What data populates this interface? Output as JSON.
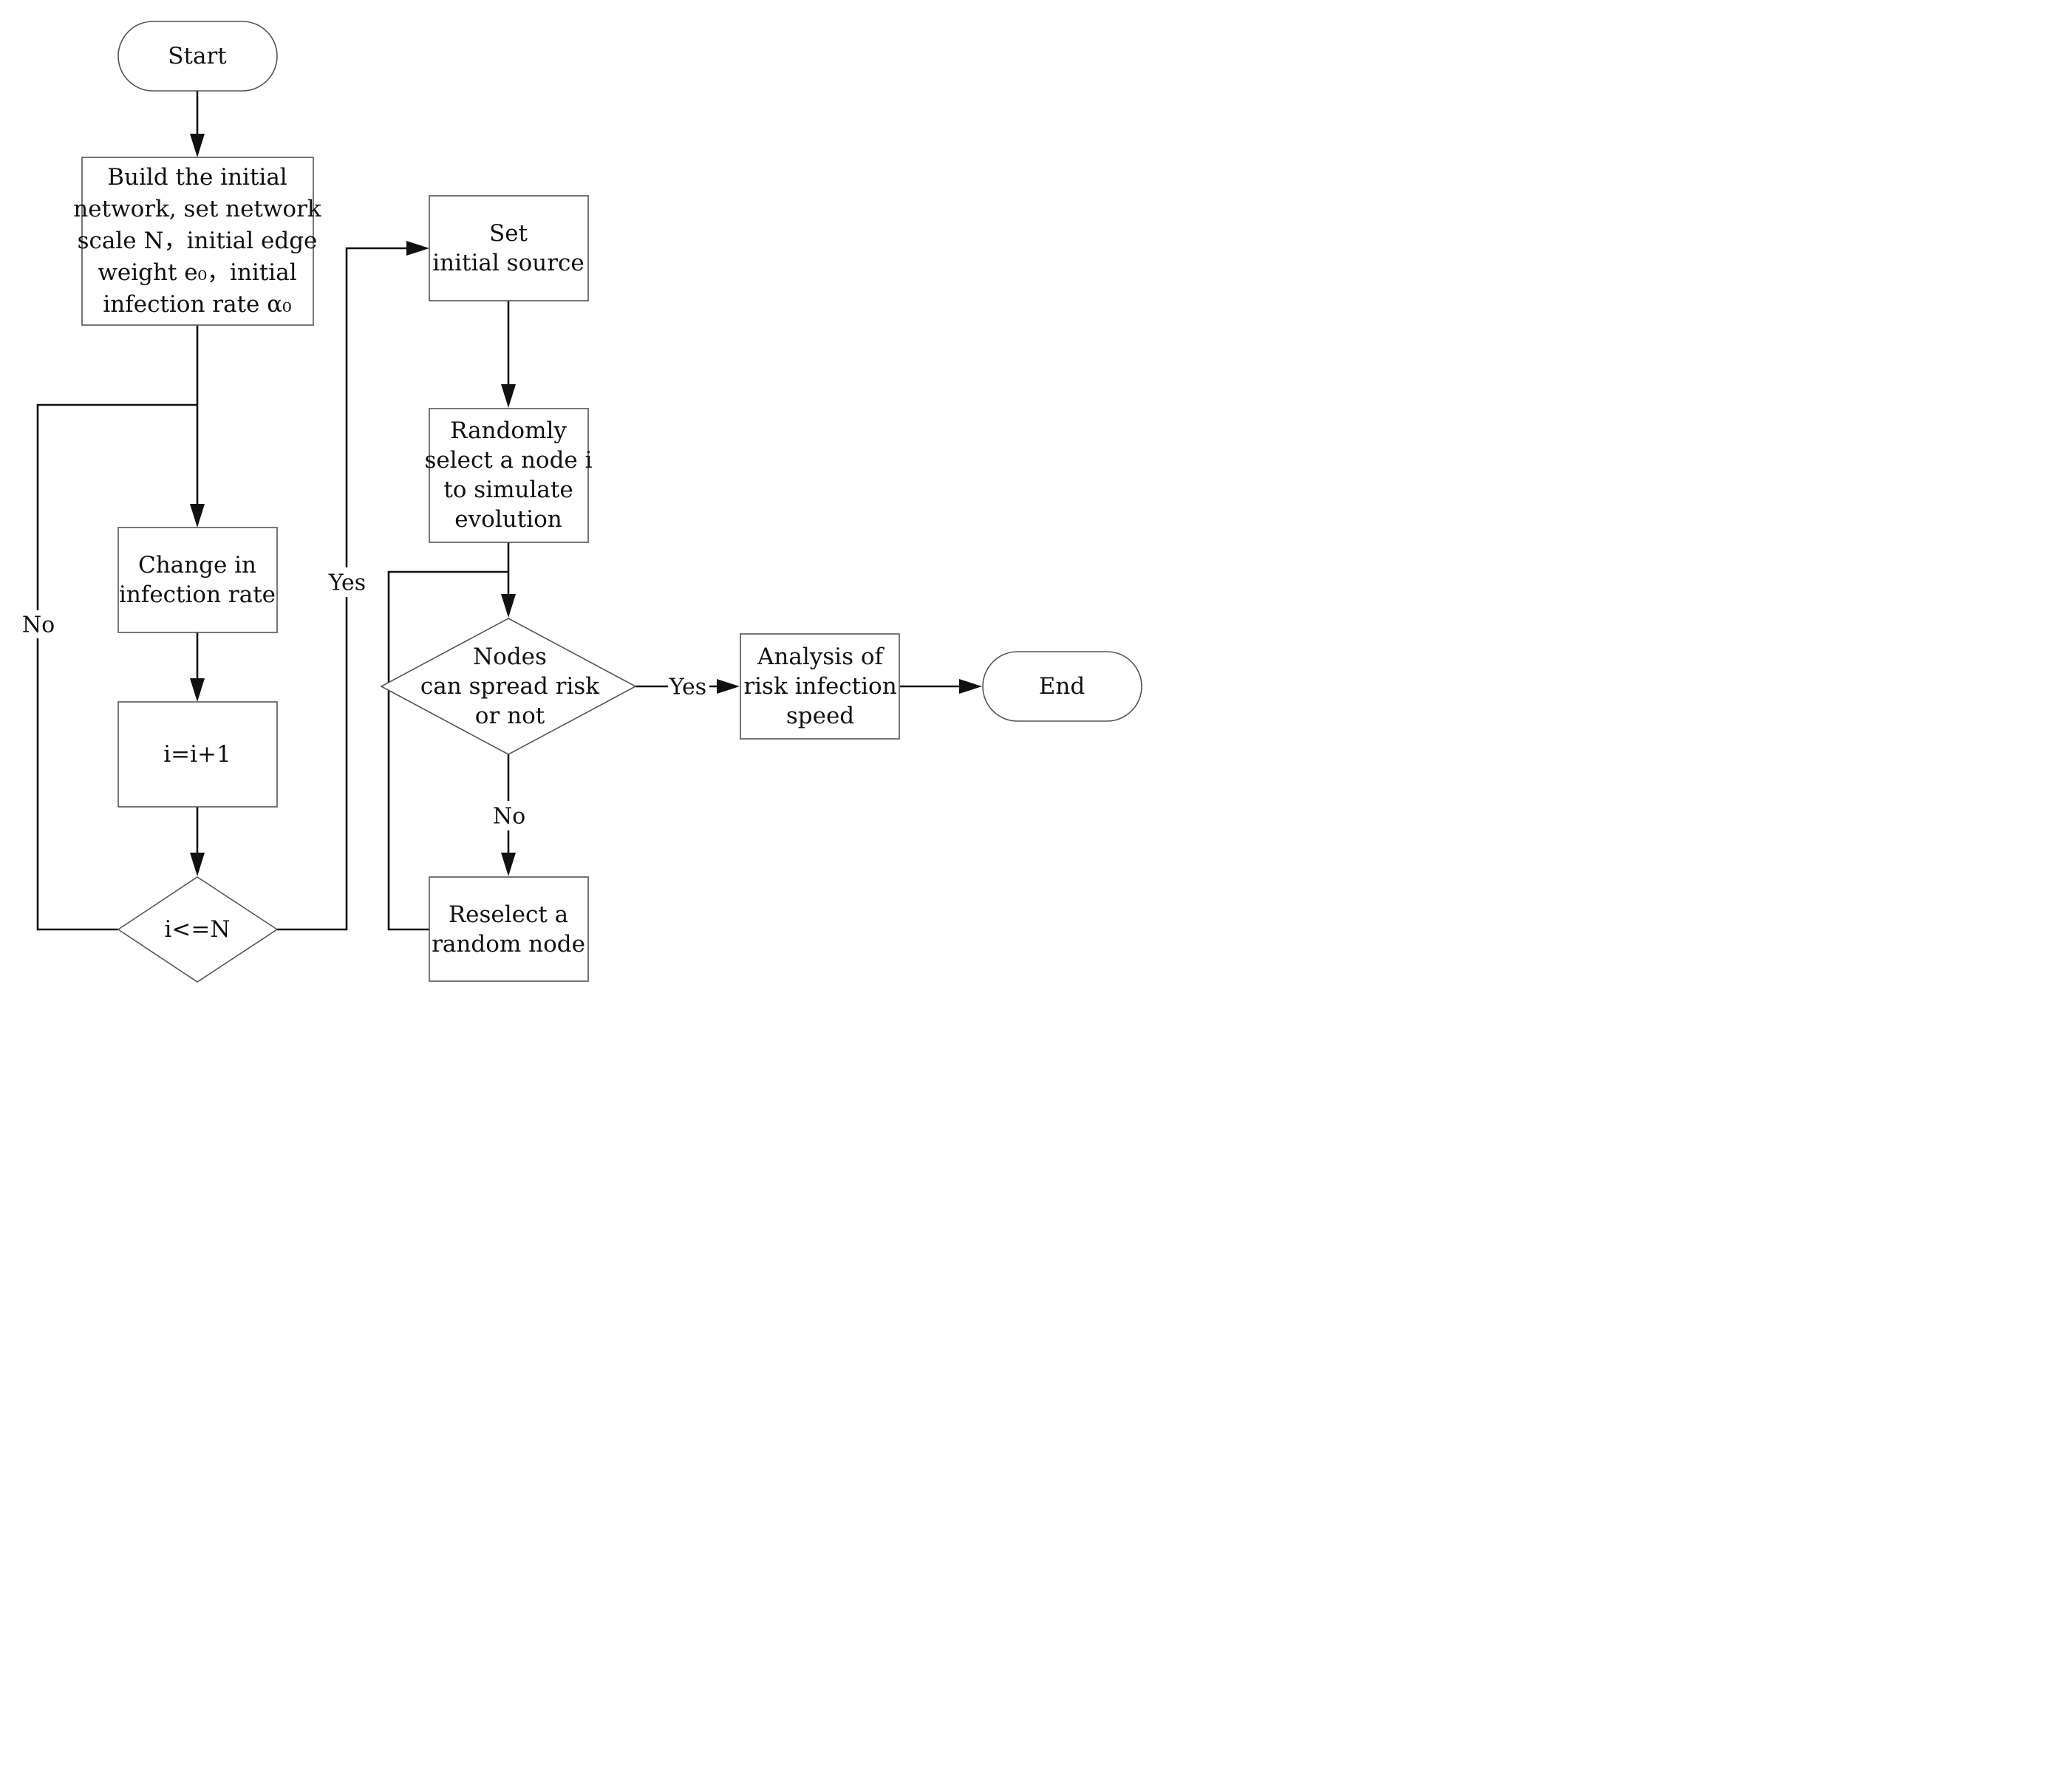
{
  "nodes": {
    "start": {
      "lines": [
        "Start"
      ]
    },
    "build": {
      "lines": [
        "Build the initial",
        "network, set network",
        "scale  N，initial edge",
        "weight e₀，initial",
        "infection rate α₀"
      ]
    },
    "change": {
      "lines": [
        "Change in",
        "infection rate"
      ]
    },
    "increment": {
      "lines": [
        "i=i+1"
      ]
    },
    "check_n": {
      "lines": [
        "i<=N"
      ]
    },
    "set_source": {
      "lines": [
        "Set",
        "initial source"
      ]
    },
    "select_node": {
      "lines": [
        "Randomly",
        "select a node i",
        "to simulate",
        "evolution"
      ]
    },
    "can_spread": {
      "lines": [
        "Nodes",
        "can spread risk",
        "or  not"
      ]
    },
    "reselect": {
      "lines": [
        "Reselect a",
        "random node"
      ]
    },
    "analysis": {
      "lines": [
        "Analysis of",
        "risk infection",
        "speed"
      ]
    },
    "end": {
      "lines": [
        "End"
      ]
    }
  },
  "edge_labels": {
    "loop_no": "No",
    "to_source_yes": "Yes",
    "spread_yes": "Yes",
    "spread_no": "No"
  }
}
